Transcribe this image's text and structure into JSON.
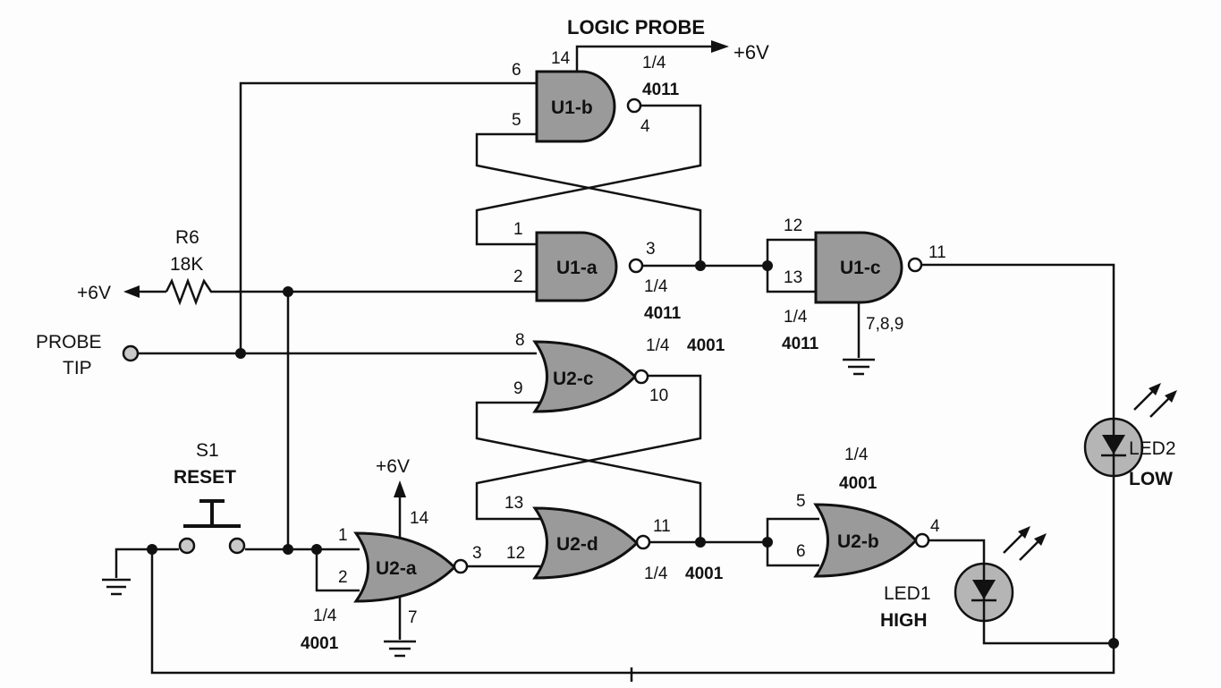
{
  "title": "LOGIC PROBE",
  "supply": "+6V",
  "resistor": {
    "ref": "R6",
    "value": "18K",
    "supply": "+6V"
  },
  "probe": {
    "line1": "PROBE",
    "line2": "TIP"
  },
  "switch": {
    "ref": "S1",
    "name": "RESET"
  },
  "gates": {
    "u1b": {
      "name": "U1-b",
      "pins": [
        "6",
        "5",
        "4",
        "14"
      ],
      "frac": "1/4",
      "chip": "4011"
    },
    "u1a": {
      "name": "U1-a",
      "pins": [
        "1",
        "2",
        "3"
      ],
      "frac": "1/4",
      "chip": "4011"
    },
    "u1c": {
      "name": "U1-c",
      "pins": [
        "12",
        "13",
        "11",
        "7,8,9"
      ],
      "frac": "1/4",
      "chip": "4011"
    },
    "u2c": {
      "name": "U2-c",
      "pins": [
        "8",
        "9",
        "10"
      ],
      "frac": "1/4",
      "chip": "4001"
    },
    "u2d": {
      "name": "U2-d",
      "pins": [
        "13",
        "12",
        "11"
      ],
      "frac": "1/4",
      "chip": "4001"
    },
    "u2b": {
      "name": "U2-b",
      "pins": [
        "5",
        "6",
        "4"
      ],
      "frac": "1/4",
      "chip": "4001"
    },
    "u2a": {
      "name": "U2-a",
      "pins": [
        "1",
        "2",
        "3",
        "14",
        "7"
      ],
      "frac": "1/4",
      "chip": "4001",
      "supply": "+6V"
    }
  },
  "leds": {
    "led1": {
      "ref": "LED1",
      "state": "HIGH"
    },
    "led2": {
      "ref": "LED2",
      "state": "LOW"
    }
  }
}
